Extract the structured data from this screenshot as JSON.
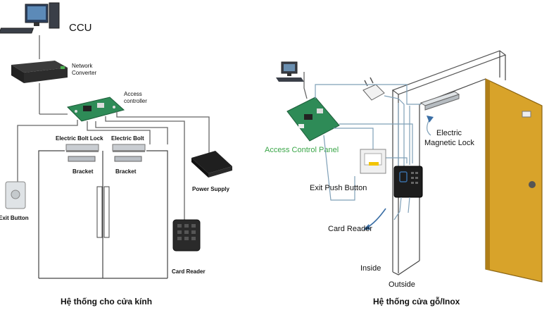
{
  "left": {
    "ccu": "CCU",
    "network_converter_1": "Network",
    "network_converter_2": "Converter",
    "access_controller_1": "Access",
    "access_controller_2": "controller",
    "electric_bolt_lock": "Electric Bolt Lock",
    "electric_bolt": "Electric Bolt",
    "bracket_left": "Bracket",
    "bracket_right": "Bracket",
    "power_supply": "Power Supply",
    "exit_button": "Exit Button",
    "card_reader": "Card Reader",
    "caption": "Hệ thống cho cửa kính"
  },
  "right": {
    "access_control_panel": "Access Control Panel",
    "electric_magnetic_lock_1": "Electric",
    "electric_magnetic_lock_2": "Magnetic Lock",
    "exit_push_button": "Exit Push Button",
    "card_reader": "Card Reader",
    "inside": "Inside",
    "outside": "Outside",
    "caption": "Hệ thống cửa gỗ/Inox"
  },
  "colors": {
    "panel_label": "#3aa648",
    "door": "#d8a32a",
    "pcb": "#2e8b57"
  }
}
